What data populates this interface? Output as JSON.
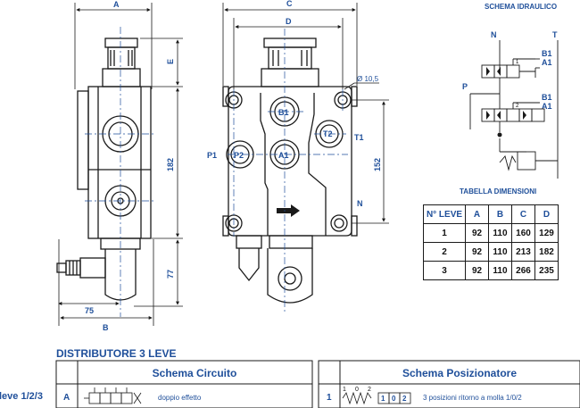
{
  "dimensions": {
    "a": "A",
    "b": "B",
    "c": "C",
    "d": "D",
    "e": "E",
    "h182": "182",
    "h152": "152",
    "h77": "77",
    "w75": "75",
    "hole": "Ø 10,5"
  },
  "ports": {
    "p1": "P1",
    "p2": "P2",
    "a1": "A1",
    "b1": "B1",
    "t1": "T1",
    "t2": "T2",
    "n": "N"
  },
  "schema_idraulico": {
    "title": "SCHEMA IDRAULICO",
    "n": "N",
    "t": "T",
    "p": "P",
    "b1_top": "B1",
    "a1_top": "A1",
    "b1_bot": "B1",
    "a1_bot": "A1",
    "pos1": "1",
    "pos2": "2"
  },
  "tabella": {
    "title": "TABELLA DIMENSIONI",
    "headers": [
      "N° LEVE",
      "A",
      "B",
      "C",
      "D"
    ],
    "rows": [
      [
        "1",
        "92",
        "110",
        "160",
        "129"
      ],
      [
        "2",
        "92",
        "110",
        "213",
        "182"
      ],
      [
        "3",
        "92",
        "110",
        "266",
        "235"
      ]
    ]
  },
  "distributore": {
    "title": "DISTRIBUTORE 3 LEVE",
    "col_circuito": "Schema Circuito",
    "col_posizionatore": "Schema Posizionatore",
    "row_label": "leve 1/2/3",
    "code_circuito": "A",
    "desc_circuito": "doppio effetto",
    "code_pos": "1",
    "desc_pos": "3 posizioni ritorno a molla 1/0/2",
    "symbol_digits": [
      "1",
      "0",
      "2"
    ]
  },
  "colors": {
    "accent": "#1f4f9a",
    "line": "#1a1a1a"
  }
}
